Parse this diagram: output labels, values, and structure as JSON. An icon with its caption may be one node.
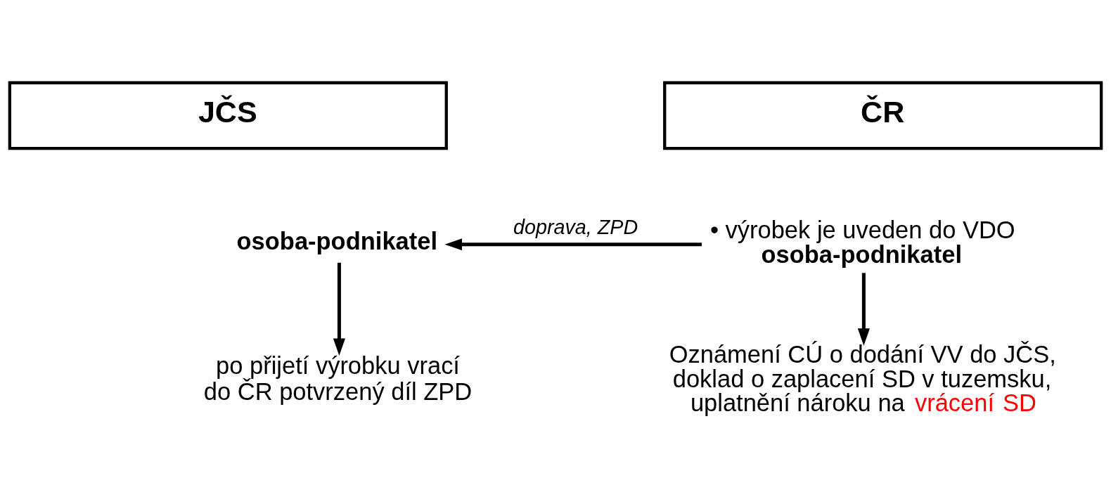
{
  "diagram": {
    "nodes": [
      {
        "text": [
          "JČS"
        ]
      },
      {
        "text": [
          "ČR"
        ]
      },
      {
        "text": [
          "osoba-podnikatel"
        ]
      },
      {
        "text": [
          "• výrobek je uveden do VDO",
          "osoba-podnikatel"
        ]
      },
      {
        "text": [
          "po přijetí výrobku vrací do ČR potvrzený díl ZPD"
        ]
      },
      {
        "text": [
          "Oznámení CÚ o dodání VV do JČS, doklad o zaplacení SD v tuzemsku, uplatnění nároku na",
          "vrácení SD"
        ]
      }
    ],
    "edges": [
      {
        "from": 3,
        "to": 2,
        "arrow": "to",
        "label": "doprava, ZPD"
      },
      {
        "from": 2,
        "to": 4,
        "arrow": "to"
      },
      {
        "from": 3,
        "to": 5,
        "arrow": "to"
      }
    ]
  }
}
